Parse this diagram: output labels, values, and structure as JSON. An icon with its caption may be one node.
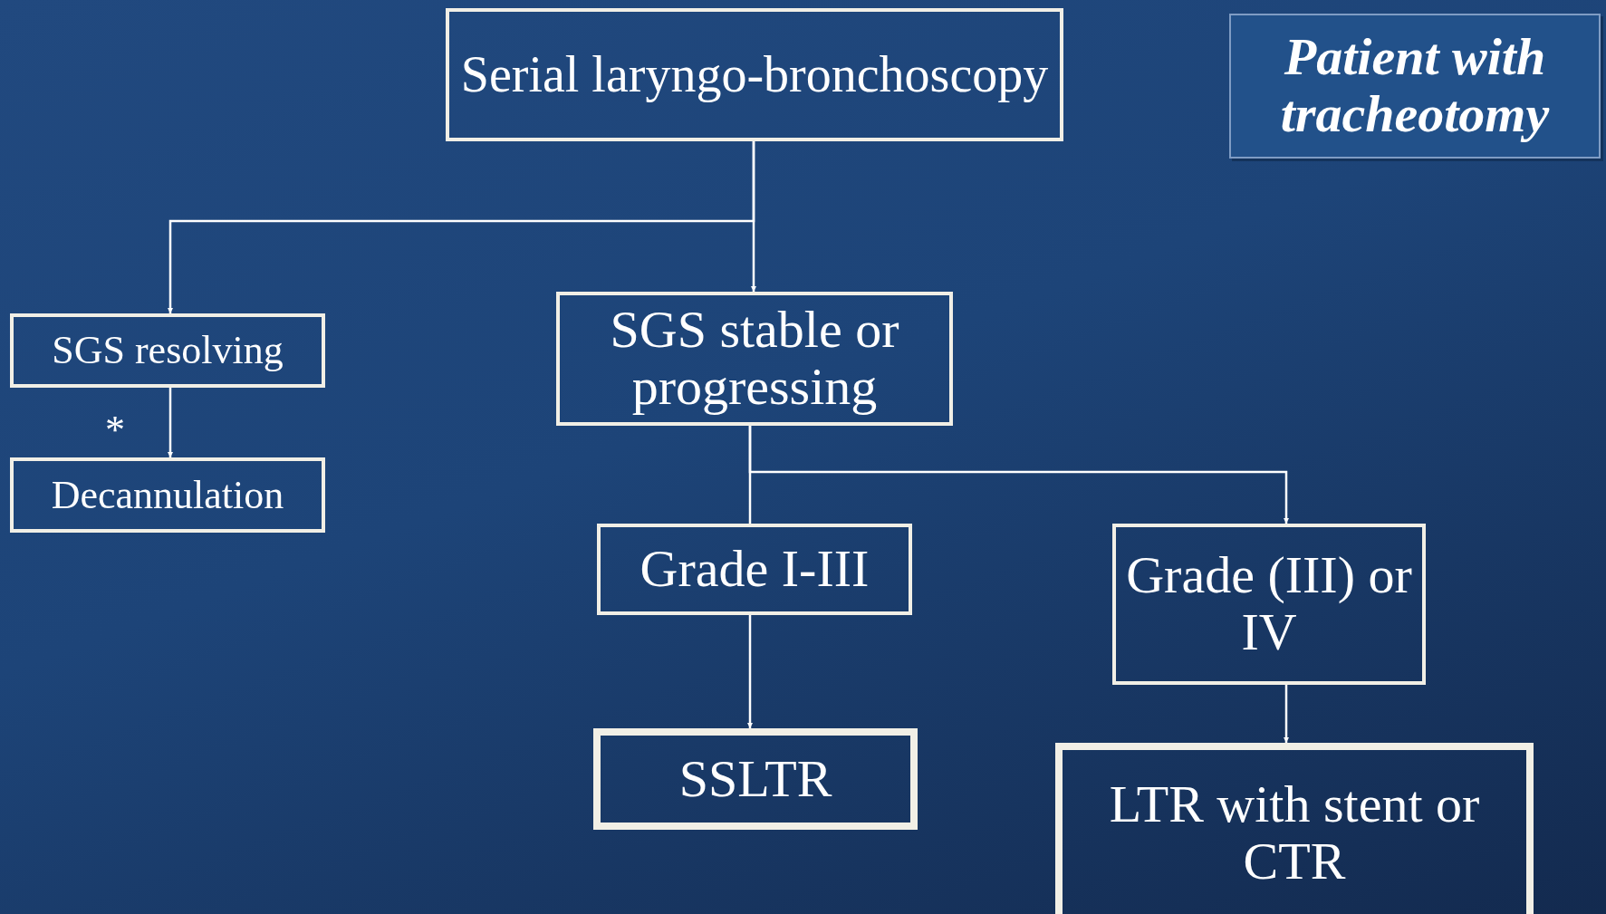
{
  "diagram": {
    "nodes": [
      {
        "text": [
          "Serial laryngo-bronchoscopy"
        ]
      },
      {
        "text": [
          "Patient with tracheotomy"
        ]
      },
      {
        "text": [
          "SGS resolving"
        ]
      },
      {
        "text": [
          "Decannulation"
        ]
      },
      {
        "text": [
          "SGS stable or progressing"
        ]
      },
      {
        "text": [
          "Grade I-III"
        ]
      },
      {
        "text": [
          "Grade (III) or IV"
        ]
      },
      {
        "text": [
          "SSLTR"
        ]
      },
      {
        "text": [
          "LTR with stent or CTR"
        ]
      }
    ],
    "edges": [
      {
        "from": 0,
        "to": 2,
        "arrow": "to"
      },
      {
        "from": 0,
        "to": 4,
        "arrow": "to"
      },
      {
        "from": 2,
        "to": 3,
        "arrow": "to",
        "label": "*"
      },
      {
        "from": 4,
        "to": 5,
        "arrow": "none"
      },
      {
        "from": 4,
        "to": 6,
        "arrow": "to"
      },
      {
        "from": 5,
        "to": 7,
        "arrow": "to"
      },
      {
        "from": 6,
        "to": 8,
        "arrow": "to"
      }
    ]
  }
}
